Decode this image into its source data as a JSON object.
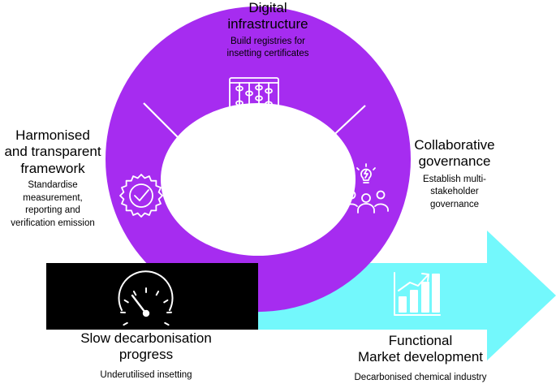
{
  "colors": {
    "ring": "#a62cf0",
    "arrow": "#73f8fc",
    "black_box": "#000000",
    "divider": "#ffffff",
    "icon_stroke": "#ffffff"
  },
  "stages": {
    "digital": {
      "title_line1": "Digital",
      "title_line2": "infrastructure",
      "desc_line1": "Build registries for",
      "desc_line2": "insetting certificates",
      "icon": "abacus-icon"
    },
    "harmonised": {
      "title_line1": "Harmonised",
      "title_line2": "and transparent",
      "title_line3": "framework",
      "desc_line1": "Standardise",
      "desc_line2": "measurement,",
      "desc_line3": "reporting and",
      "desc_line4": "verification emission",
      "icon": "badge-check-icon"
    },
    "collaborative": {
      "title_line1": "Collaborative",
      "title_line2": "governance",
      "desc_line1": "Establish multi-",
      "desc_line2": "stakeholder",
      "desc_line3": "governance",
      "icon": "team-idea-icon"
    },
    "slow": {
      "title_line1": "Slow decarbonisation",
      "title_line2": "progress",
      "desc": "Underutilised insetting",
      "icon": "speedometer-icon"
    },
    "functional": {
      "title_line1": "Functional",
      "title_line2": "Market development",
      "desc": "Decarbonised chemical industry",
      "icon": "growth-chart-icon"
    }
  }
}
